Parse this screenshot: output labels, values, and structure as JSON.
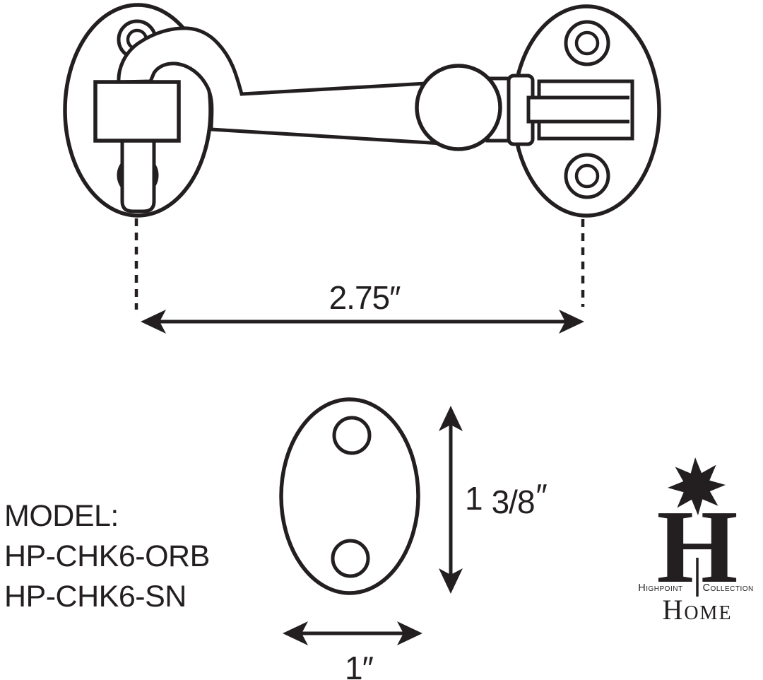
{
  "colors": {
    "ink": "#231f20",
    "background": "#ffffff"
  },
  "dimensions": {
    "overall_width": {
      "value": "2.75",
      "unit": "″"
    },
    "plate_height": {
      "whole": "1",
      "fraction": "3/8",
      "unit": "″"
    },
    "plate_width": {
      "value": "1",
      "unit": "″"
    }
  },
  "model": {
    "label": "MODEL:",
    "numbers": [
      "HP-CHK6-ORB",
      "HP-CHK6-SN"
    ]
  },
  "logo": {
    "monogram": "H",
    "star_icon": "starburst-icon",
    "brand_left": "Highpoint",
    "brand_right": "Collection",
    "wordmark": "Home"
  }
}
